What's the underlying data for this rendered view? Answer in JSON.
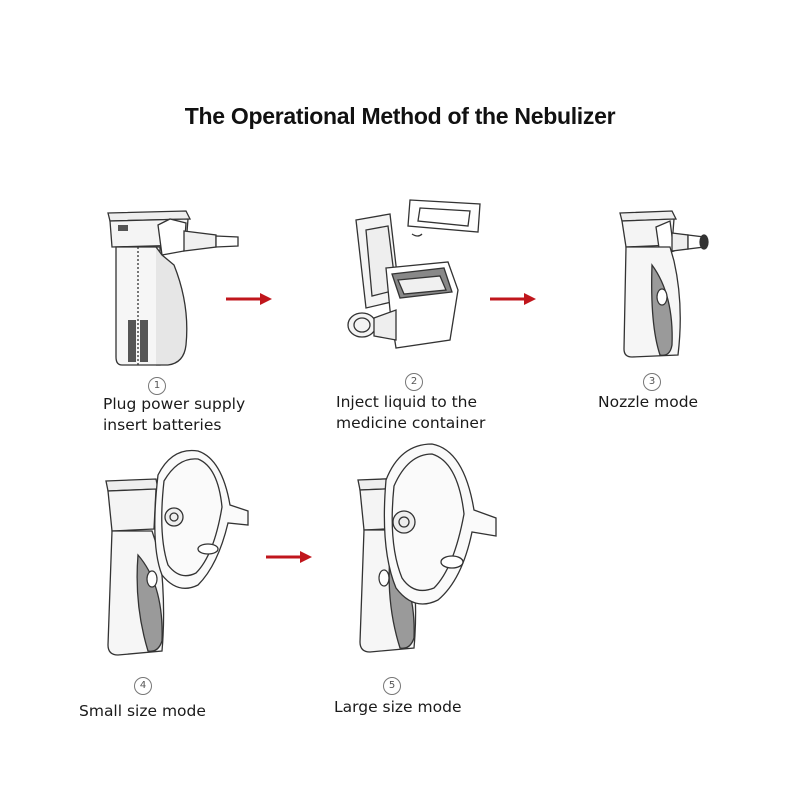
{
  "title": "The Operational Method of the Nebulizer",
  "steps": [
    {
      "number": "1",
      "lines": [
        "Plug power supply",
        "insert batteries"
      ]
    },
    {
      "number": "2",
      "lines": [
        "Inject liquid to the",
        "medicine container"
      ]
    },
    {
      "number": "3",
      "lines": [
        "Nozzle mode"
      ]
    },
    {
      "number": "4",
      "lines": [
        "Small size mode"
      ]
    },
    {
      "number": "5",
      "lines": [
        "Large size mode"
      ]
    }
  ],
  "colors": {
    "arrow": "#c0161c",
    "line": "#333333",
    "body_fill": "#e6e6e6",
    "grip_fill": "#8e8e8e",
    "battery_fill": "#555555"
  },
  "icons": [
    "nebulizer-disassembled-icon",
    "medicine-container-open-icon",
    "nebulizer-nozzle-icon",
    "nebulizer-small-mask-icon",
    "nebulizer-large-mask-icon",
    "red-arrow-icon"
  ]
}
